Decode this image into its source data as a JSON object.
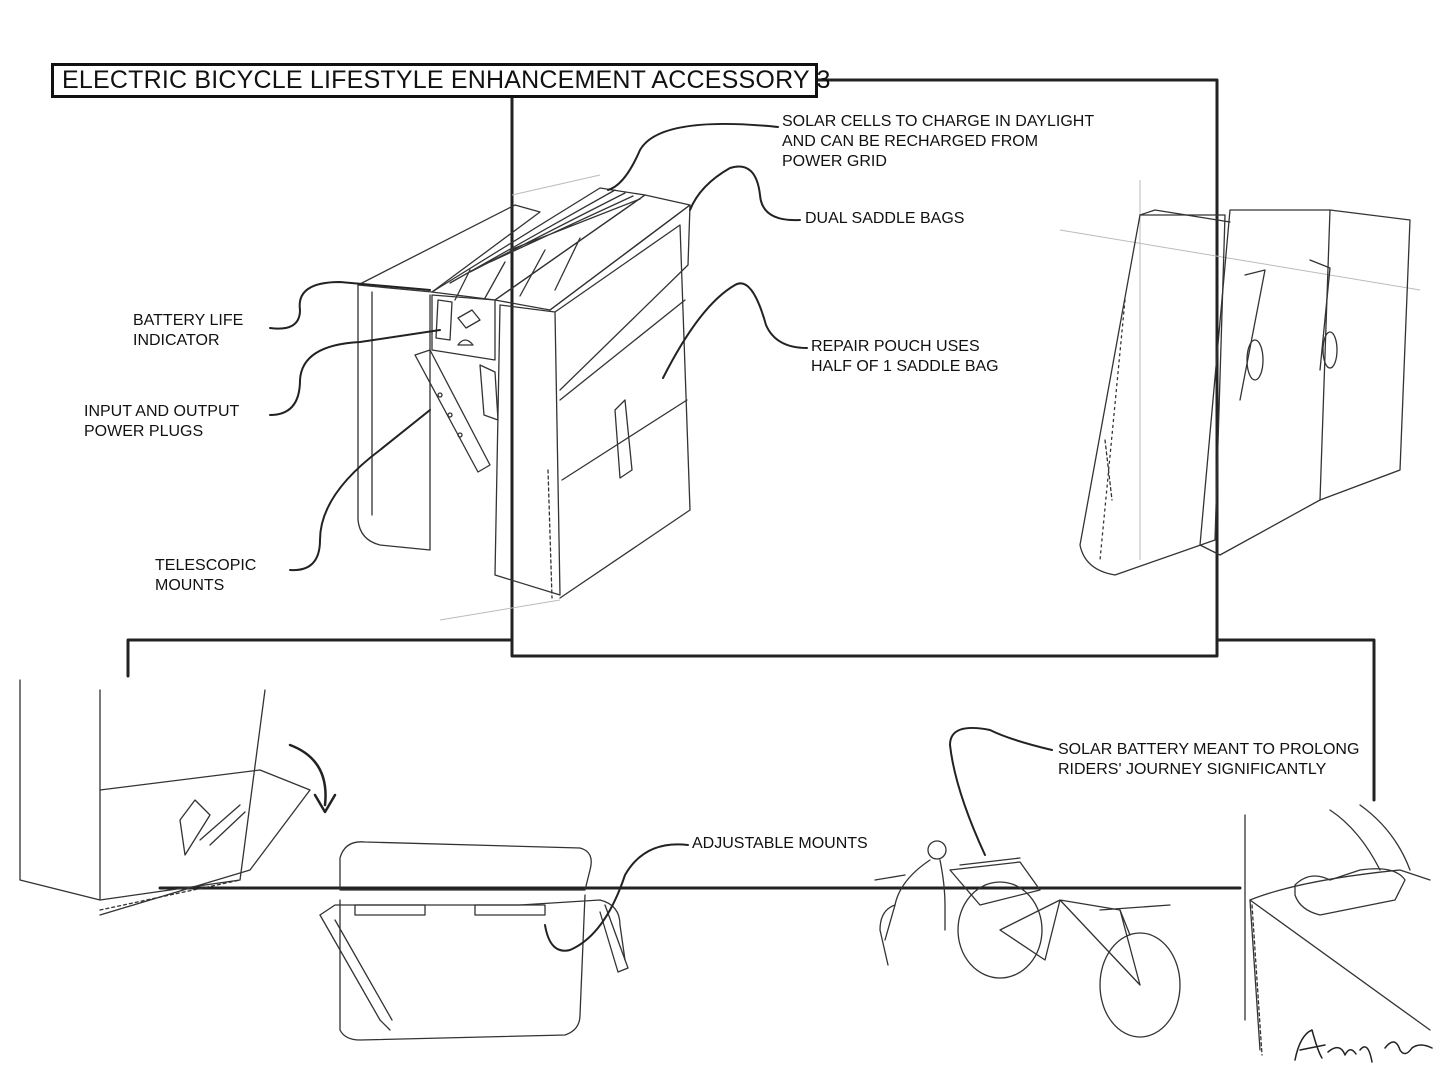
{
  "title": "ELECTRIC BICYCLE LIFESTYLE ENHANCEMENT ACCESSORY 3",
  "callouts": {
    "solar_cells": "SOLAR CELLS TO CHARGE IN DAYLIGHT\nAND CAN BE RECHARGED FROM\nPOWER GRID",
    "dual_saddle_bags": "DUAL SADDLE BAGS",
    "repair_pouch": "REPAIR POUCH USES\nHALF OF 1 SADDLE BAG",
    "battery_life": "BATTERY LIFE\nINDICATOR",
    "power_plugs": "INPUT AND OUTPUT\nPOWER PLUGS",
    "telescopic_mounts": "TELESCOPIC\nMOUNTS",
    "adjustable_mounts": "ADJUSTABLE MOUNTS",
    "solar_battery": "SOLAR BATTERY MEANT TO PROLONG\nRIDERS' JOURNEY SIGNIFICANTLY"
  },
  "signature": "Anthony Czyzewski",
  "colors": {
    "ink": "#111111",
    "paper": "#ffffff"
  }
}
